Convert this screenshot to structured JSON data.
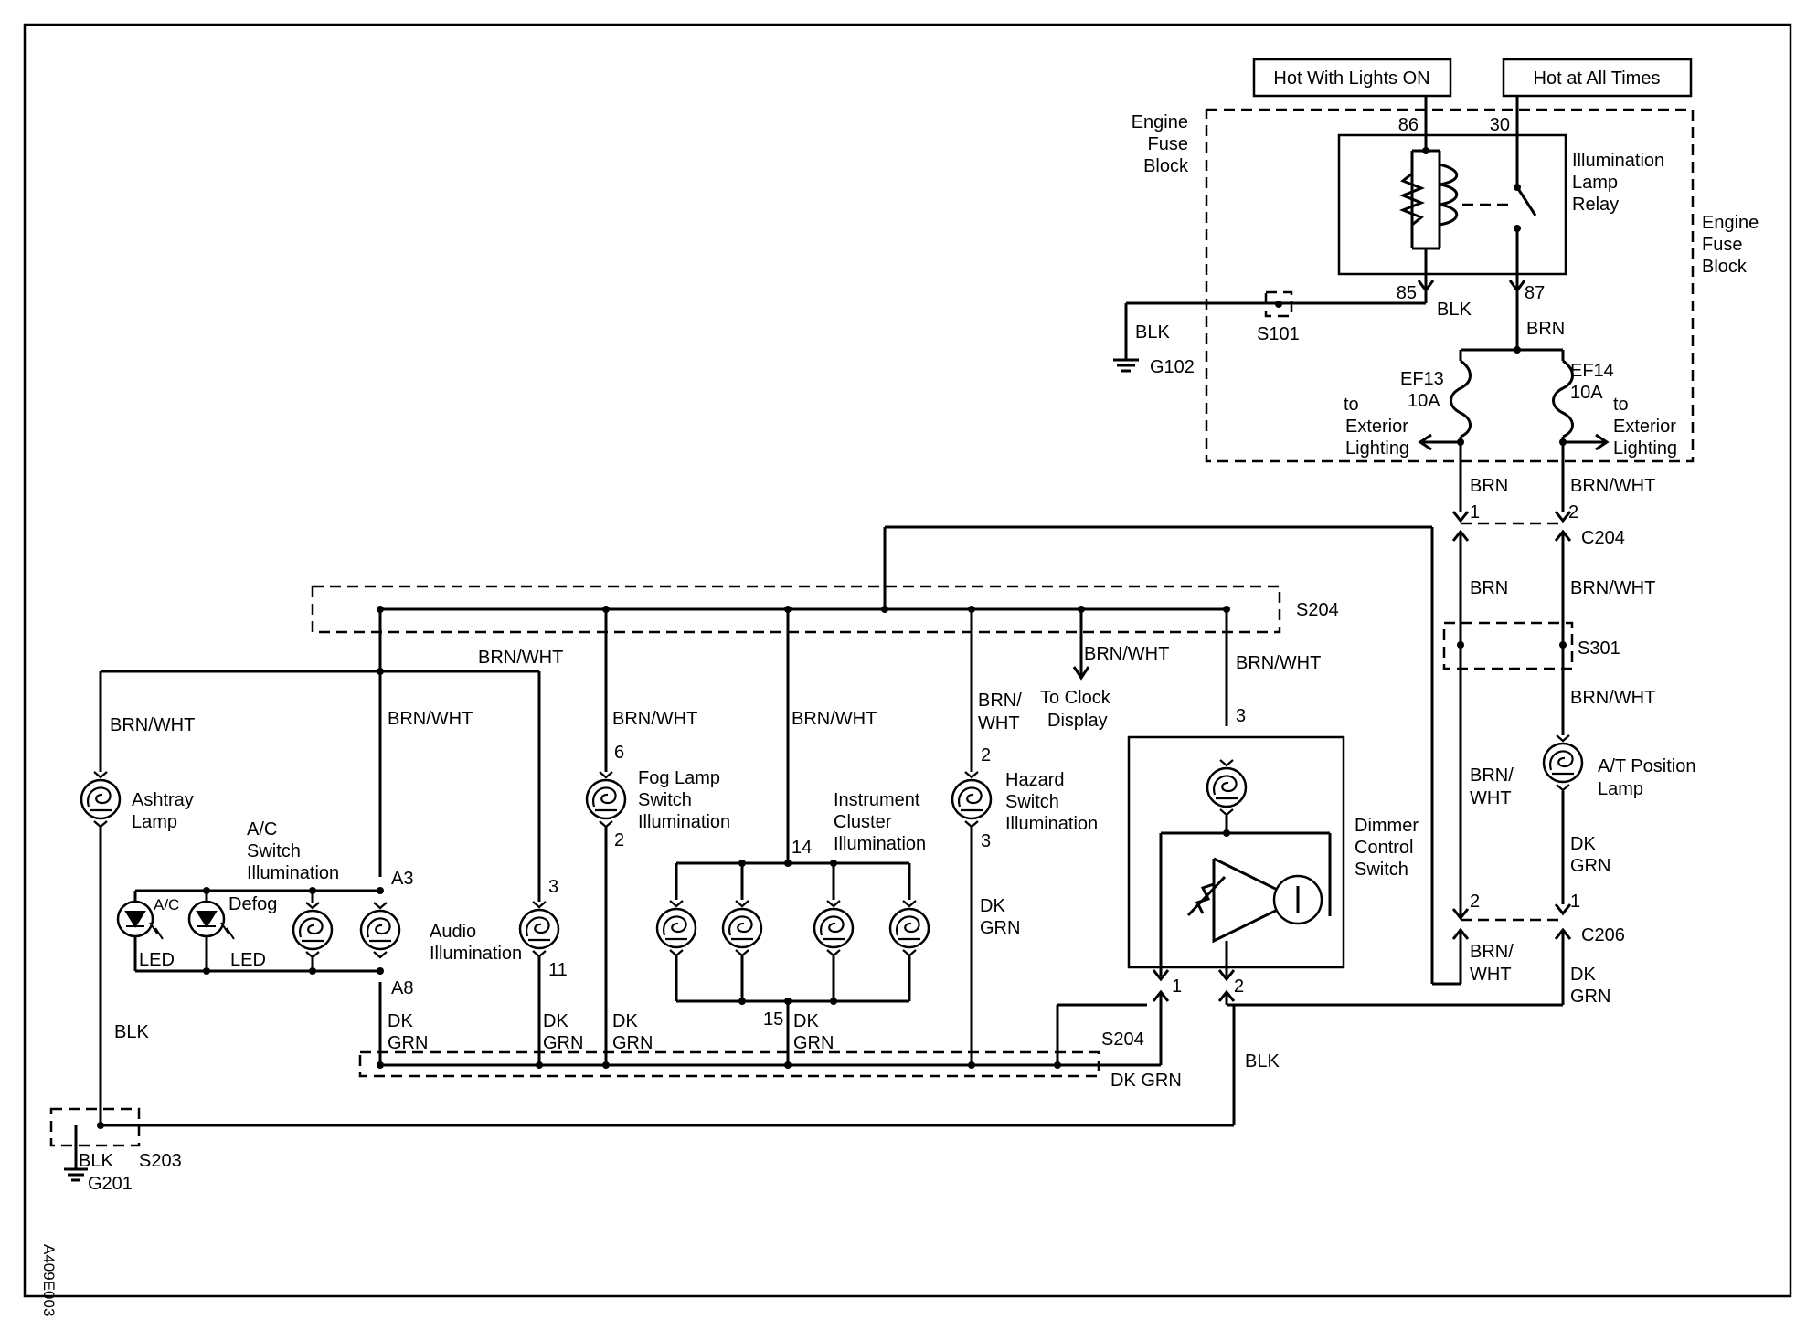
{
  "header": {
    "hot_lights_on": "Hot With Lights ON",
    "hot_all_times": "Hot at All Times"
  },
  "fuse_block": {
    "label_left_1": "Engine",
    "label_left_2": "Fuse",
    "label_left_3": "Block",
    "label_right_1": "Engine",
    "label_right_2": "Fuse",
    "label_right_3": "Block"
  },
  "relay": {
    "label_1": "Illumination",
    "label_2": "Lamp",
    "label_3": "Relay",
    "pin_86": "86",
    "pin_30": "30",
    "pin_85": "85",
    "pin_87": "87"
  },
  "wires": {
    "blk": "BLK",
    "brn": "BRN",
    "brn_wht": "BRN/WHT",
    "brn_slash": "BRN/",
    "wht": "WHT",
    "dk": "DK",
    "grn": "GRN",
    "dk_grn": "DK GRN"
  },
  "grounds": {
    "g102": "G102",
    "g201": "G201"
  },
  "splices": {
    "s101": "S101",
    "s204": "S204",
    "s301": "S301",
    "s203": "S203"
  },
  "connectors": {
    "c204": "C204",
    "c206": "C206"
  },
  "fuses": {
    "ef13": "EF13",
    "ef14": "EF14",
    "amp": "10A",
    "to": "to",
    "exterior": "Exterior",
    "lighting": "Lighting"
  },
  "clock": {
    "line1": "To Clock",
    "line2": "Display"
  },
  "components": {
    "ashtray_1": "Ashtray",
    "ashtray_2": "Lamp",
    "ac_1": "A/C",
    "ac_2": "Switch",
    "ac_3": "Illumination",
    "ac_led": "A/C",
    "defog": "Defog",
    "led": "LED",
    "audio_1": "Audio",
    "audio_2": "Illumination",
    "fog_1": "Fog Lamp",
    "fog_2": "Switch",
    "fog_3": "Illumination",
    "cluster_1": "Instrument",
    "cluster_2": "Cluster",
    "cluster_3": "Illumination",
    "hazard_1": "Hazard",
    "hazard_2": "Switch",
    "hazard_3": "Illumination",
    "dimmer_1": "Dimmer",
    "dimmer_2": "Control",
    "dimmer_3": "Switch",
    "at_1": "A/T Position",
    "at_2": "Lamp"
  },
  "pins": {
    "p1": "1",
    "p2": "2",
    "p3": "3",
    "p6": "6",
    "p11": "11",
    "p14": "14",
    "p15": "15",
    "a3": "A3",
    "a8": "A8"
  },
  "figure_id": "A409E003"
}
